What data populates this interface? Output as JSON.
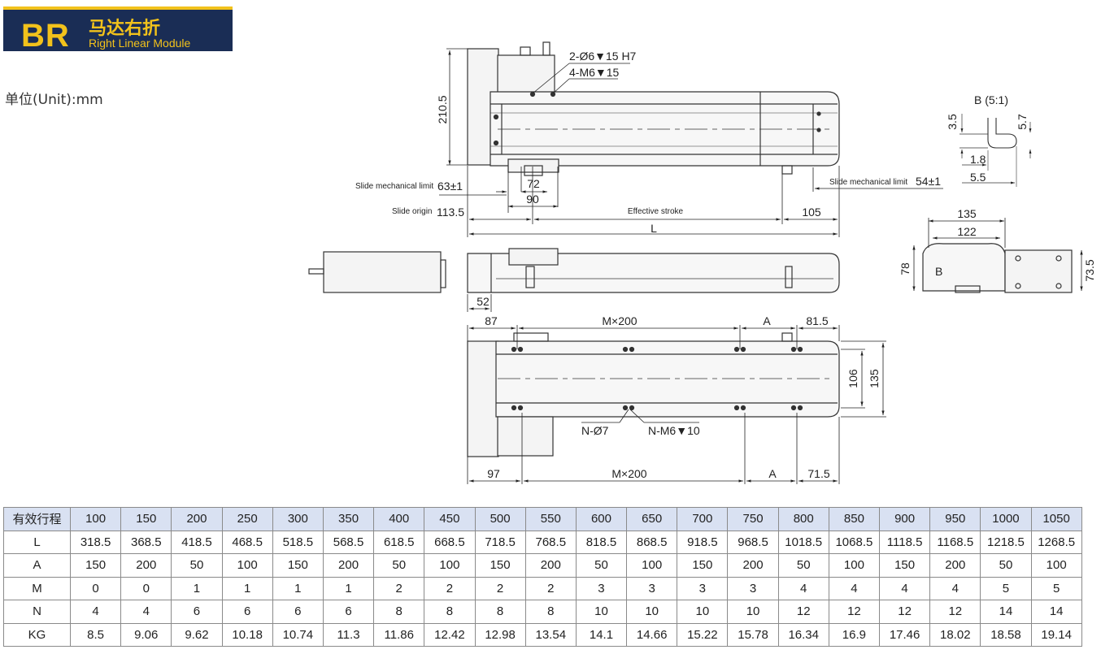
{
  "header": {
    "code": "BR",
    "title": "马达右折",
    "subtitle": "Right Linear Module"
  },
  "unit_label": "单位(Unit):mm",
  "drawing": {
    "labels": {
      "d210_5": "210.5",
      "pin_holes": "2-Ø6▼15 H7",
      "screw_holes": "4-M6▼15",
      "detail_b": "B (5:1)",
      "d3_5": "3.5",
      "d5_7": "5.7",
      "d1_8": "1.8",
      "d5_5": "5.5",
      "slide_limit_left": "Slide mechanical limit",
      "d63": "63±1",
      "d72": "72",
      "d90": "90",
      "slide_limit_right": "Slide mechanical limit",
      "d54": "54±1",
      "slide_origin": "Slide origin",
      "d113_5": "113.5",
      "effective_stroke": "Effective stroke",
      "d105": "105",
      "d_L": "L",
      "d52": "52",
      "d135_top": "135",
      "d122": "122",
      "d78": "78",
      "d73_5": "73.5",
      "b_marker": "B",
      "d87": "87",
      "m200_top": "M×200",
      "a_top": "A",
      "d81_5": "81.5",
      "d106": "106",
      "d135_side": "135",
      "n_holes_d7": "N-Ø7",
      "n_holes_m6": "N-M6▼10",
      "d97": "97",
      "m200_bottom": "M×200",
      "a_bottom": "A",
      "d71_5": "71.5"
    }
  },
  "spec_table": {
    "rows": [
      {
        "label": "有效行程",
        "values": [
          "100",
          "150",
          "200",
          "250",
          "300",
          "350",
          "400",
          "450",
          "500",
          "550",
          "600",
          "650",
          "700",
          "750",
          "800",
          "850",
          "900",
          "950",
          "1000",
          "1050"
        ]
      },
      {
        "label": "L",
        "values": [
          "318.5",
          "368.5",
          "418.5",
          "468.5",
          "518.5",
          "568.5",
          "618.5",
          "668.5",
          "718.5",
          "768.5",
          "818.5",
          "868.5",
          "918.5",
          "968.5",
          "1018.5",
          "1068.5",
          "1118.5",
          "1168.5",
          "1218.5",
          "1268.5"
        ]
      },
      {
        "label": "A",
        "values": [
          "150",
          "200",
          "50",
          "100",
          "150",
          "200",
          "50",
          "100",
          "150",
          "200",
          "50",
          "100",
          "150",
          "200",
          "50",
          "100",
          "150",
          "200",
          "50",
          "100"
        ]
      },
      {
        "label": "M",
        "values": [
          "0",
          "0",
          "1",
          "1",
          "1",
          "1",
          "2",
          "2",
          "2",
          "2",
          "3",
          "3",
          "3",
          "3",
          "4",
          "4",
          "4",
          "4",
          "5",
          "5"
        ]
      },
      {
        "label": "N",
        "values": [
          "4",
          "4",
          "6",
          "6",
          "6",
          "6",
          "8",
          "8",
          "8",
          "8",
          "10",
          "10",
          "10",
          "10",
          "12",
          "12",
          "12",
          "12",
          "14",
          "14"
        ]
      },
      {
        "label": "KG",
        "values": [
          "8.5",
          "9.06",
          "9.62",
          "10.18",
          "10.74",
          "11.3",
          "11.86",
          "12.42",
          "12.98",
          "13.54",
          "14.1",
          "14.66",
          "15.22",
          "15.78",
          "16.34",
          "16.9",
          "17.46",
          "18.02",
          "18.58",
          "19.14"
        ]
      }
    ]
  }
}
